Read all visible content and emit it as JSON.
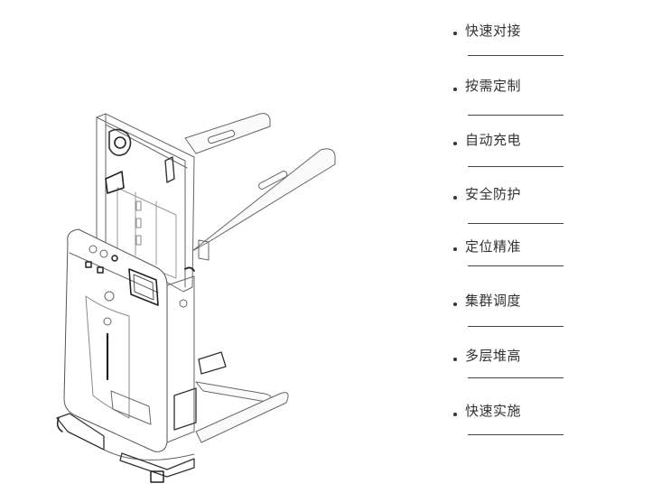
{
  "features": [
    {
      "label": "快速对接"
    },
    {
      "label": "按需定制"
    },
    {
      "label": "自动充电"
    },
    {
      "label": "安全防护"
    },
    {
      "label": "定位精准"
    },
    {
      "label": "集群调度"
    },
    {
      "label": "多层堆高"
    },
    {
      "label": "快速实施"
    }
  ]
}
